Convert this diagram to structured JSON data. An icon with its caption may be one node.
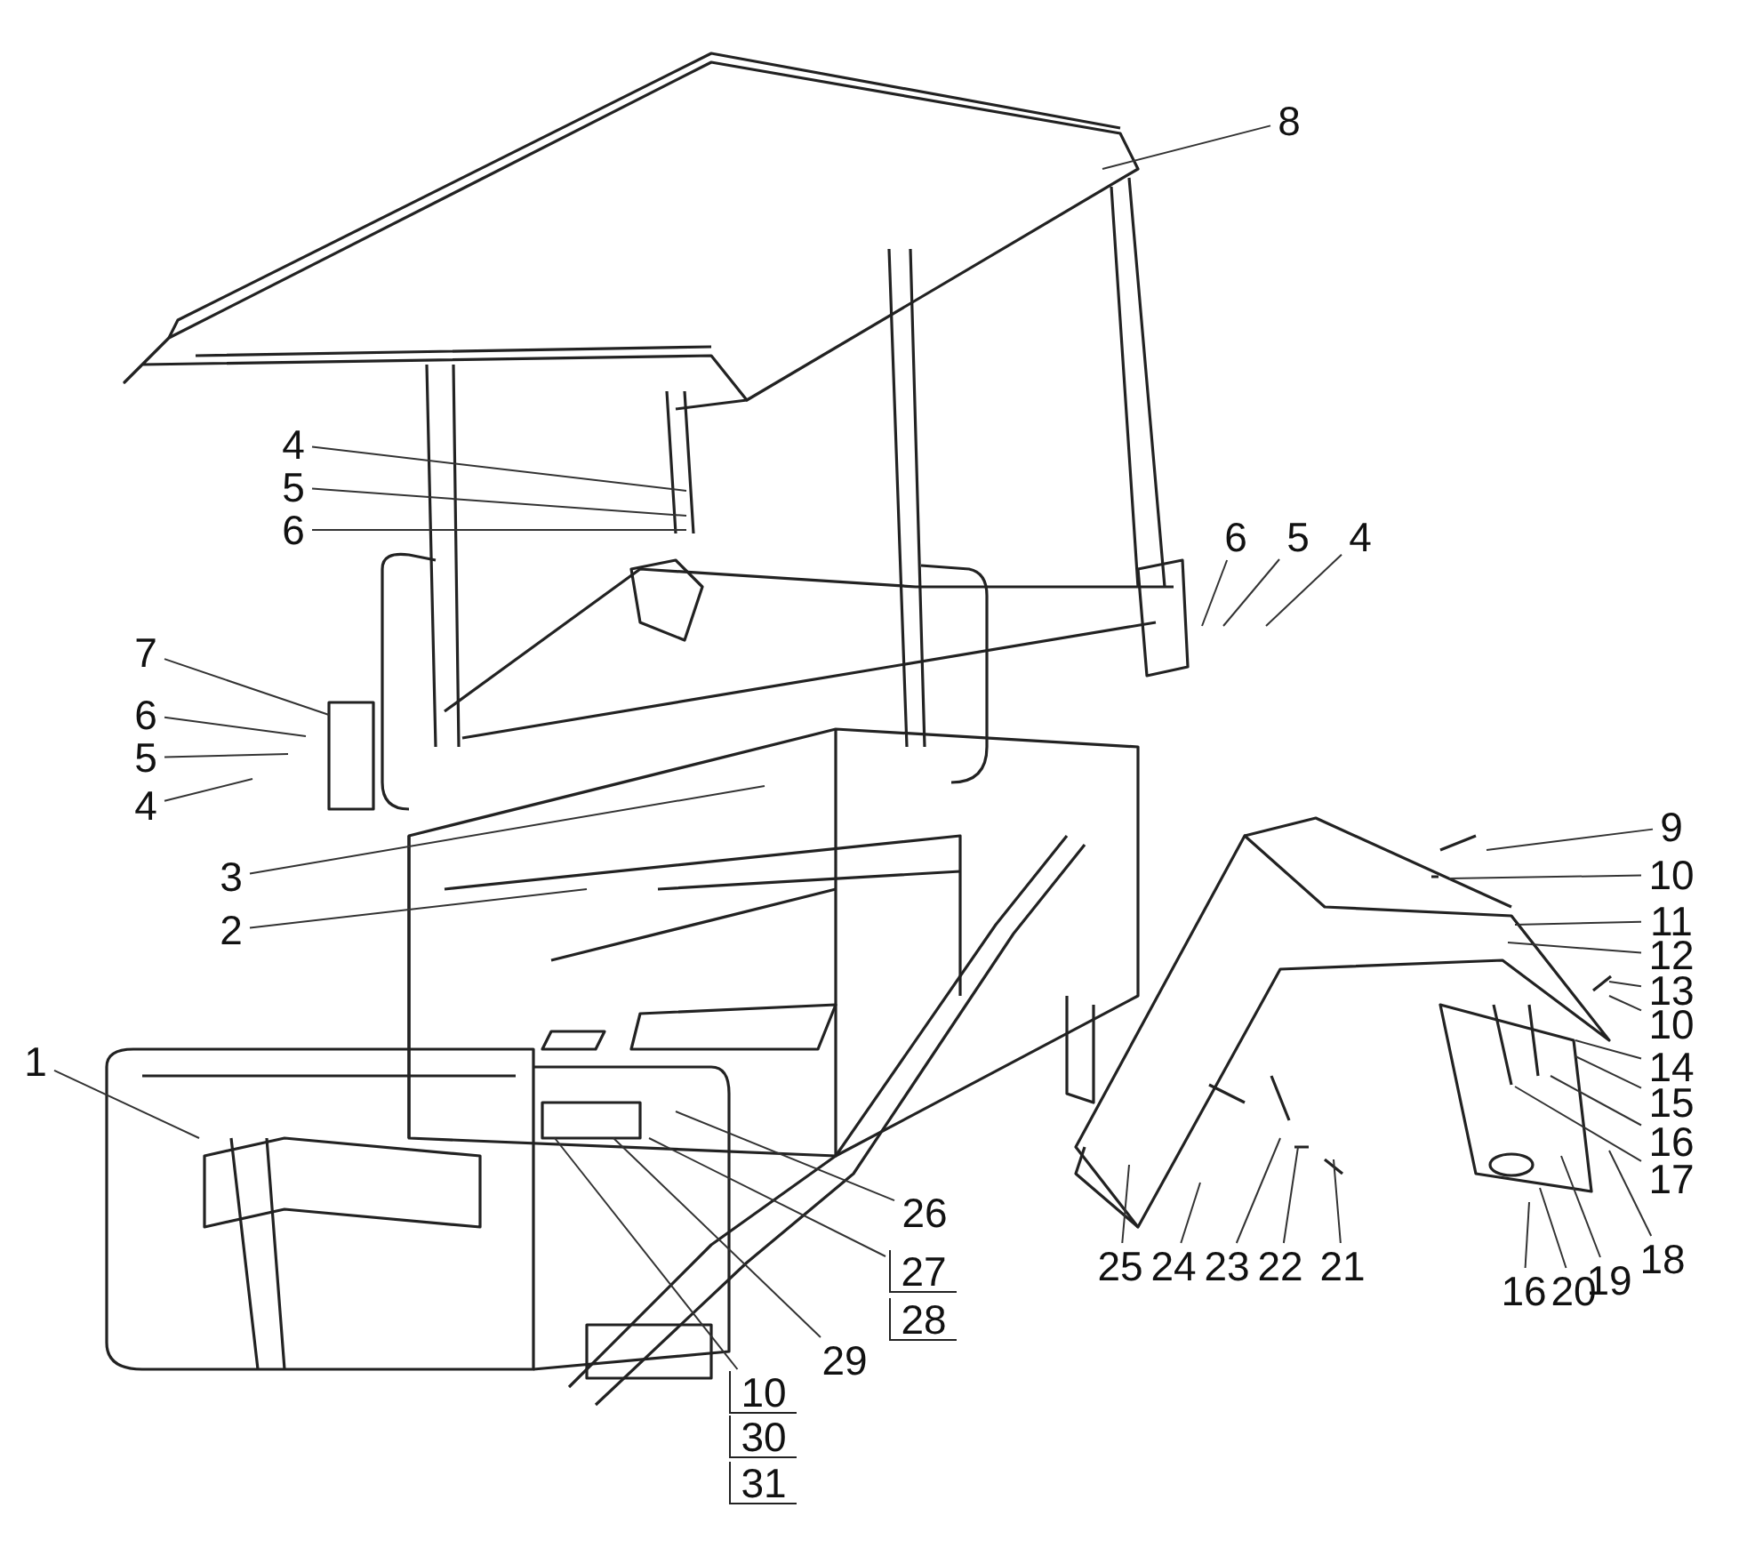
{
  "diagram": {
    "nodes": [
      {
        "text": [
          "8"
        ]
      },
      {
        "text": [
          "4"
        ]
      },
      {
        "text": [
          "5"
        ]
      },
      {
        "text": [
          "6"
        ]
      },
      {
        "text": [
          "6"
        ]
      },
      {
        "text": [
          "5"
        ]
      },
      {
        "text": [
          "4"
        ]
      },
      {
        "text": [
          "7"
        ]
      },
      {
        "text": [
          "6"
        ]
      },
      {
        "text": [
          "5"
        ]
      },
      {
        "text": [
          "4"
        ]
      },
      {
        "text": [
          "3"
        ]
      },
      {
        "text": [
          "2"
        ]
      },
      {
        "text": [
          "1"
        ]
      },
      {
        "text": [
          "26"
        ]
      },
      {
        "text": [
          "27"
        ]
      },
      {
        "text": [
          "28"
        ]
      },
      {
        "text": [
          "29"
        ]
      },
      {
        "text": [
          "10"
        ]
      },
      {
        "text": [
          "30"
        ]
      },
      {
        "text": [
          "31"
        ]
      },
      {
        "text": [
          "9"
        ]
      },
      {
        "text": [
          "10"
        ]
      },
      {
        "text": [
          "11"
        ]
      },
      {
        "text": [
          "12"
        ]
      },
      {
        "text": [
          "13"
        ]
      },
      {
        "text": [
          "10"
        ]
      },
      {
        "text": [
          "14"
        ]
      },
      {
        "text": [
          "15"
        ]
      },
      {
        "text": [
          "16"
        ]
      },
      {
        "text": [
          "17"
        ]
      },
      {
        "text": [
          "18"
        ]
      },
      {
        "text": [
          "19"
        ]
      },
      {
        "text": [
          "20"
        ]
      },
      {
        "text": [
          "16"
        ]
      },
      {
        "text": [
          "21"
        ]
      },
      {
        "text": [
          "22"
        ]
      },
      {
        "text": [
          "23"
        ]
      },
      {
        "text": [
          "24"
        ]
      },
      {
        "text": [
          "25"
        ]
      }
    ],
    "edges": [
      {
        "from": 0,
        "to": null,
        "arrow": "none"
      },
      {
        "from": 1,
        "to": null,
        "arrow": "none"
      },
      {
        "from": 2,
        "to": null,
        "arrow": "none"
      },
      {
        "from": 3,
        "to": null,
        "arrow": "none"
      },
      {
        "from": 4,
        "to": null,
        "arrow": "none"
      },
      {
        "from": 5,
        "to": null,
        "arrow": "none"
      },
      {
        "from": 6,
        "to": null,
        "arrow": "none"
      },
      {
        "from": 7,
        "to": null,
        "arrow": "none"
      },
      {
        "from": 8,
        "to": null,
        "arrow": "none"
      },
      {
        "from": 9,
        "to": null,
        "arrow": "none"
      },
      {
        "from": 10,
        "to": null,
        "arrow": "none"
      },
      {
        "from": 11,
        "to": null,
        "arrow": "none"
      },
      {
        "from": 12,
        "to": null,
        "arrow": "none"
      },
      {
        "from": 13,
        "to": null,
        "arrow": "none"
      },
      {
        "from": 14,
        "to": null,
        "arrow": "none"
      },
      {
        "from": 15,
        "to": null,
        "arrow": "none"
      },
      {
        "from": 17,
        "to": null,
        "arrow": "none"
      },
      {
        "from": 18,
        "to": null,
        "arrow": "none"
      },
      {
        "from": 21,
        "to": null,
        "arrow": "none"
      },
      {
        "from": 22,
        "to": null,
        "arrow": "none"
      },
      {
        "from": 23,
        "to": null,
        "arrow": "none"
      },
      {
        "from": 24,
        "to": null,
        "arrow": "none"
      },
      {
        "from": 25,
        "to": null,
        "arrow": "none"
      },
      {
        "from": 26,
        "to": null,
        "arrow": "none"
      },
      {
        "from": 27,
        "to": null,
        "arrow": "none"
      },
      {
        "from": 28,
        "to": null,
        "arrow": "none"
      },
      {
        "from": 29,
        "to": null,
        "arrow": "none"
      },
      {
        "from": 30,
        "to": null,
        "arrow": "none"
      },
      {
        "from": 31,
        "to": null,
        "arrow": "none"
      },
      {
        "from": 32,
        "to": null,
        "arrow": "none"
      },
      {
        "from": 33,
        "to": null,
        "arrow": "none"
      },
      {
        "from": 34,
        "to": null,
        "arrow": "none"
      },
      {
        "from": 35,
        "to": null,
        "arrow": "none"
      },
      {
        "from": 36,
        "to": null,
        "arrow": "none"
      },
      {
        "from": 37,
        "to": null,
        "arrow": "none"
      },
      {
        "from": 38,
        "to": null,
        "arrow": "none"
      },
      {
        "from": 39,
        "to": null,
        "arrow": "none"
      }
    ]
  }
}
